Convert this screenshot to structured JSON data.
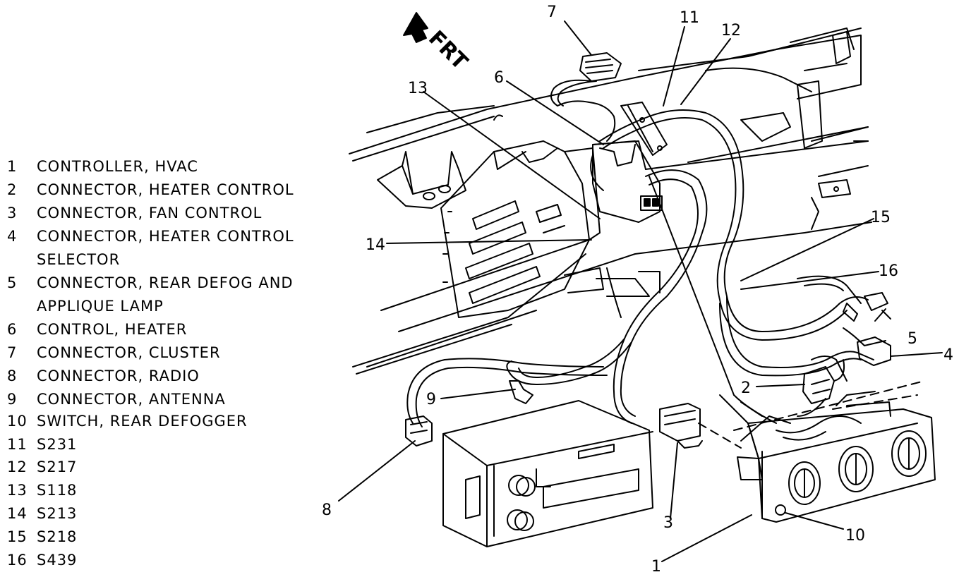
{
  "legend": [
    {
      "num": "1",
      "label": "CONTROLLER, HVAC"
    },
    {
      "num": "2",
      "label": "CONNECTOR, HEATER CONTROL"
    },
    {
      "num": "3",
      "label": "CONNECTOR, FAN CONTROL"
    },
    {
      "num": "4",
      "label": "CONNECTOR, HEATER CONTROL",
      "label2": "SELECTOR"
    },
    {
      "num": "5",
      "label": "CONNECTOR, REAR DEFOG AND",
      "label2": "APPLIQUE LAMP"
    },
    {
      "num": "6",
      "label": "CONTROL, HEATER"
    },
    {
      "num": "7",
      "label": "CONNECTOR, CLUSTER"
    },
    {
      "num": "8",
      "label": "CONNECTOR, RADIO"
    },
    {
      "num": "9",
      "label": "CONNECTOR, ANTENNA"
    },
    {
      "num": "10",
      "label": "SWITCH, REAR DEFOGGER"
    },
    {
      "num": "11",
      "label": "S231"
    },
    {
      "num": "12",
      "label": "S217"
    },
    {
      "num": "13",
      "label": "S118"
    },
    {
      "num": "14",
      "label": "S213"
    },
    {
      "num": "15",
      "label": "S218"
    },
    {
      "num": "16",
      "label": "S439"
    }
  ],
  "callouts": {
    "c1": "1",
    "c2": "2",
    "c3": "3",
    "c4": "4",
    "c5": "5",
    "c6": "6",
    "c7": "7",
    "c8": "8",
    "c9": "9",
    "c10": "10",
    "c11": "11",
    "c12": "12",
    "c13": "13",
    "c14": "14",
    "c15": "15",
    "c16": "16"
  },
  "front_label": "FRT"
}
